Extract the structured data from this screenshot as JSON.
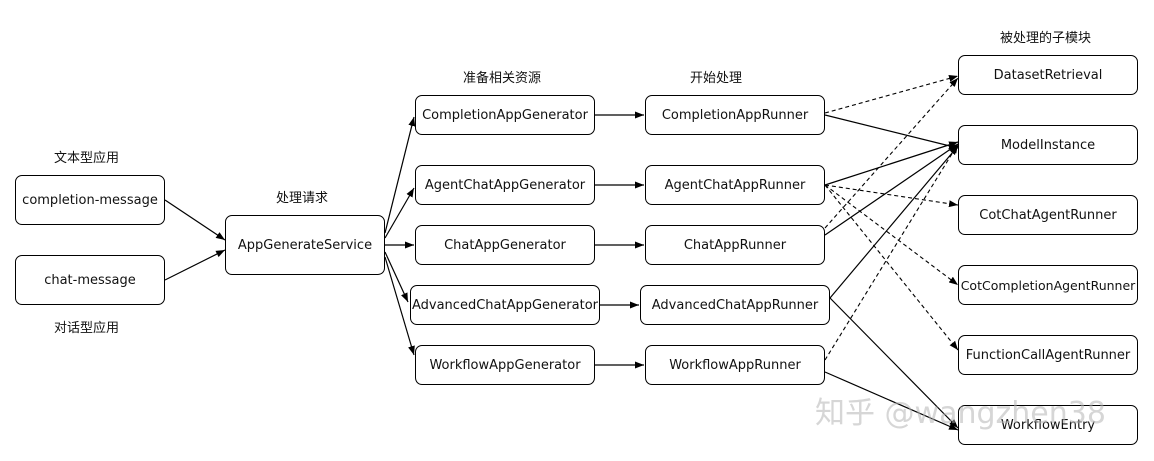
{
  "labels": {
    "text_app": "文本型应用",
    "chat_app": "对话型应用",
    "process_request": "处理请求",
    "prepare_resources": "准备相关资源",
    "start_processing": "开始处理",
    "submodules": "被处理的子模块"
  },
  "nodes": {
    "completion_message": "completion-message",
    "chat_message": "chat-message",
    "app_generate_service": "AppGenerateService",
    "completion_app_generator": "CompletionAppGenerator",
    "agent_chat_app_generator": "AgentChatAppGenerator",
    "chat_app_generator": "ChatAppGenerator",
    "advanced_chat_app_generator": "AdvancedChatAppGenerator",
    "workflow_app_generator": "WorkflowAppGenerator",
    "completion_app_runner": "CompletionAppRunner",
    "agent_chat_app_runner": "AgentChatAppRunner",
    "chat_app_runner": "ChatAppRunner",
    "advanced_chat_app_runner": "AdvancedChatAppRunner",
    "workflow_app_runner": "WorkflowAppRunner",
    "dataset_retrieval": "DatasetRetrieval",
    "model_instance": "ModelInstance",
    "cot_chat_agent_runner": "CotChatAgentRunner",
    "cot_completion_agent_runner": "CotCompletionAgentRunner",
    "function_call_agent_runner": "FunctionCallAgentRunner",
    "workflow_entry": "WorkflowEntry"
  },
  "watermark": "知乎 @wangzhen38"
}
